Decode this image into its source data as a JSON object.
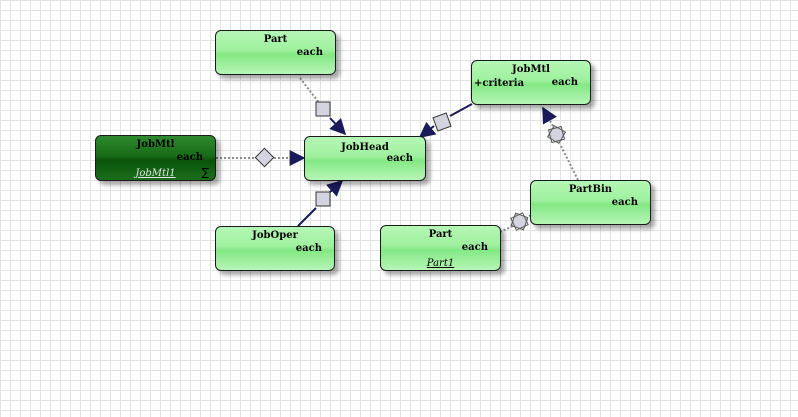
{
  "colors": {
    "node_fill": "#9ef09e",
    "node_fill_dark": "#176c17",
    "connector_solid": "#1a1a5a",
    "connector_dotted": "#8a8a8a",
    "marker_fill": "#d4d4e0"
  },
  "nodes": {
    "part_top": {
      "title": "Part",
      "qty": "each"
    },
    "jobhead": {
      "title": "JobHead",
      "qty": "each"
    },
    "jobmtl_left": {
      "title": "JobMtl",
      "qty": "each",
      "link": "JobMtl1",
      "icon": "sigma-icon",
      "glyph": "∑"
    },
    "joboper": {
      "title": "JobOper",
      "qty": "each"
    },
    "jobmtl_right": {
      "title": "JobMtl",
      "criteria": "+criteria",
      "qty": "each"
    },
    "partbin": {
      "title": "PartBin",
      "qty": "each"
    },
    "part_bottom": {
      "title": "Part",
      "qty": "each",
      "link": "Part1"
    }
  }
}
